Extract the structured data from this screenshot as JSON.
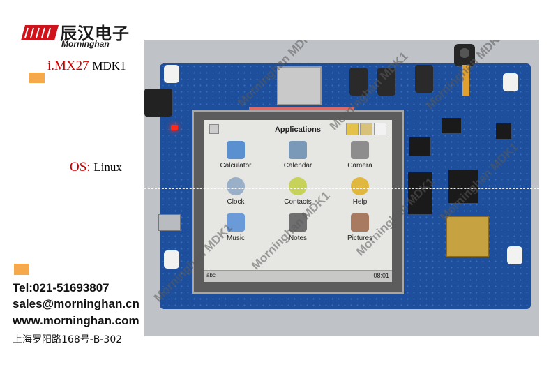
{
  "logo": {
    "cn": "辰汉电子",
    "en": "Morninghan"
  },
  "product": {
    "name": "i.MX27",
    "model": "MDK1"
  },
  "os": {
    "label": "OS:",
    "value": "Linux"
  },
  "contact": {
    "tel": "Tel:021-51693807",
    "email": "sales@morninghan.cn",
    "web": "www.morninghan.com",
    "address": "上海罗阳路168号-B-302"
  },
  "screen": {
    "title": "Applications",
    "apps": [
      "Calculator",
      "Calendar",
      "Camera",
      "Clock",
      "Contacts",
      "Help",
      "Music",
      "Notes",
      "Pictures"
    ],
    "keyboard": "abc",
    "time": "08:01"
  },
  "watermark": "Morninghan MDK1",
  "colors": {
    "accent": "#cc0000",
    "swatch": "#f5a94a",
    "board": "#1d4f9c"
  }
}
